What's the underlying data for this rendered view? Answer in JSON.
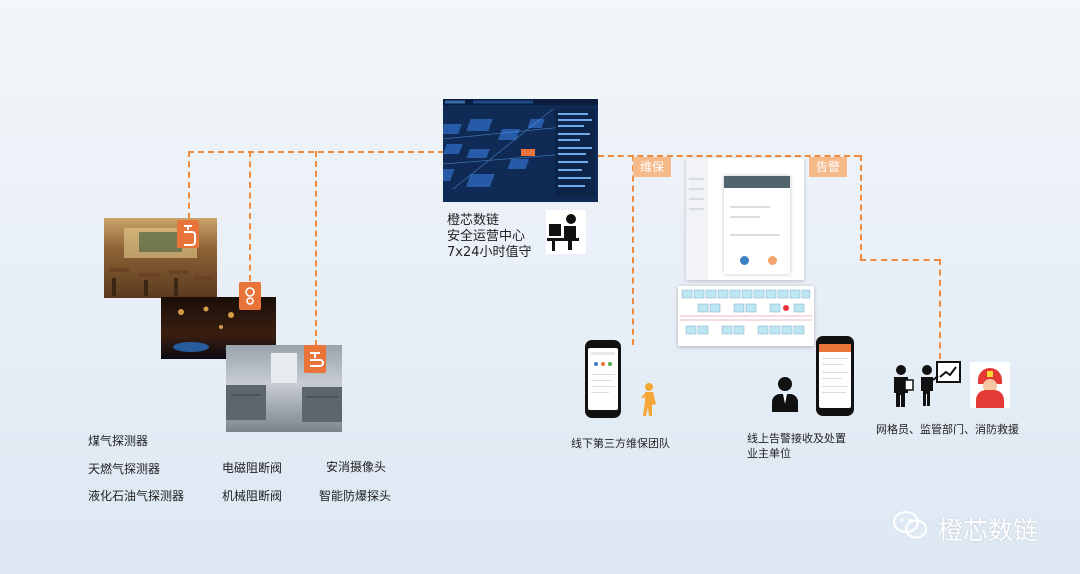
{
  "center": {
    "name": "橙芯数链",
    "role": "安全运营中心",
    "hours": "7x24小时值守"
  },
  "tags": {
    "maintenance": "维保",
    "alarm": "告警"
  },
  "devices": {
    "gas": [
      "煤气探测器",
      "天燃气探测器",
      "液化石油气探测器"
    ],
    "valves": [
      "电磁阻断阀",
      "机械阻断阀"
    ],
    "cameras": [
      "安消摄像头",
      "智能防爆探头"
    ]
  },
  "labels": {
    "offline_team": "线下第三方维保团队",
    "online_owner_1": "线上告警接收及处置",
    "online_owner_2": "业主单位",
    "responders": "网格员、监管部门、消防救援"
  },
  "watermark": "橙芯数链",
  "colors": {
    "accent": "#f08a3c",
    "tag_bg": "#f6b98a",
    "icon_bg": "#e8743a"
  }
}
